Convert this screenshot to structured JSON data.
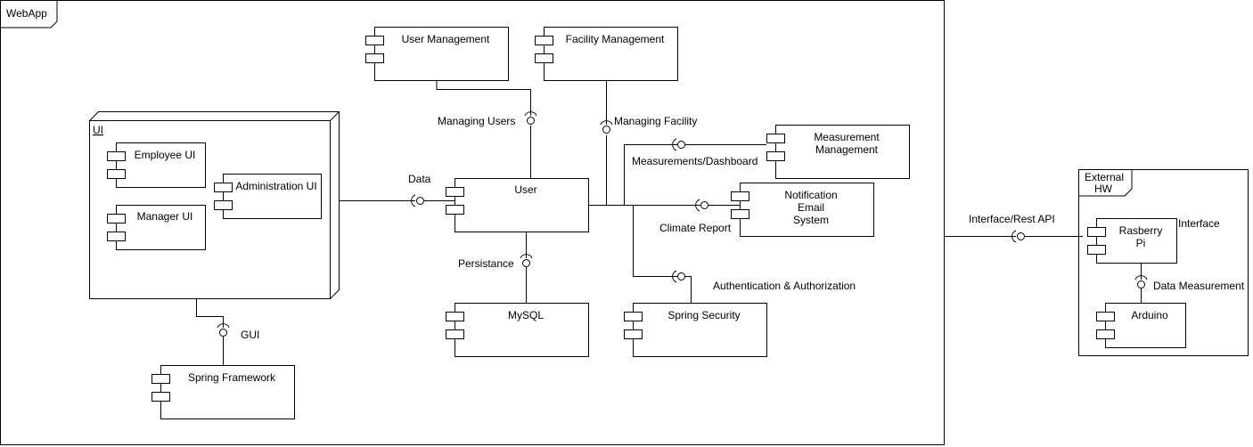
{
  "frames": {
    "webapp": "WebApp",
    "external_line1": "External",
    "external_line2": "HW"
  },
  "ui_node": {
    "title": "UI"
  },
  "components": {
    "user_management": "User Management",
    "facility_management": "Facility Management",
    "measurement_management_line1": "Measurement",
    "measurement_management_line2": "Management",
    "user": "User",
    "notification_line1": "Notification",
    "notification_line2": "Email",
    "notification_line3": "System",
    "mysql": "MySQL",
    "spring_security": "Spring Security",
    "spring_framework": "Spring Framework",
    "employee_ui": "Employee UI",
    "administration_ui": "Administration UI",
    "manager_ui": "Manager UI",
    "raspberry_line1": "Rasberry",
    "raspberry_line2": "Pi",
    "arduino": "Arduino"
  },
  "interfaces": {
    "managing_users": "Managing Users",
    "managing_facility": "Managing Facility",
    "measurements_dashboard": "Measurements/Dashboard",
    "data": "Data",
    "climate_report": "Climate Report",
    "persistance": "Persistance",
    "auth": "Authentication & Authorization",
    "gui": "GUI",
    "interface_rest_api": "Interface/Rest API",
    "interface": "Interface",
    "data_measurement": "Data Measurement"
  }
}
